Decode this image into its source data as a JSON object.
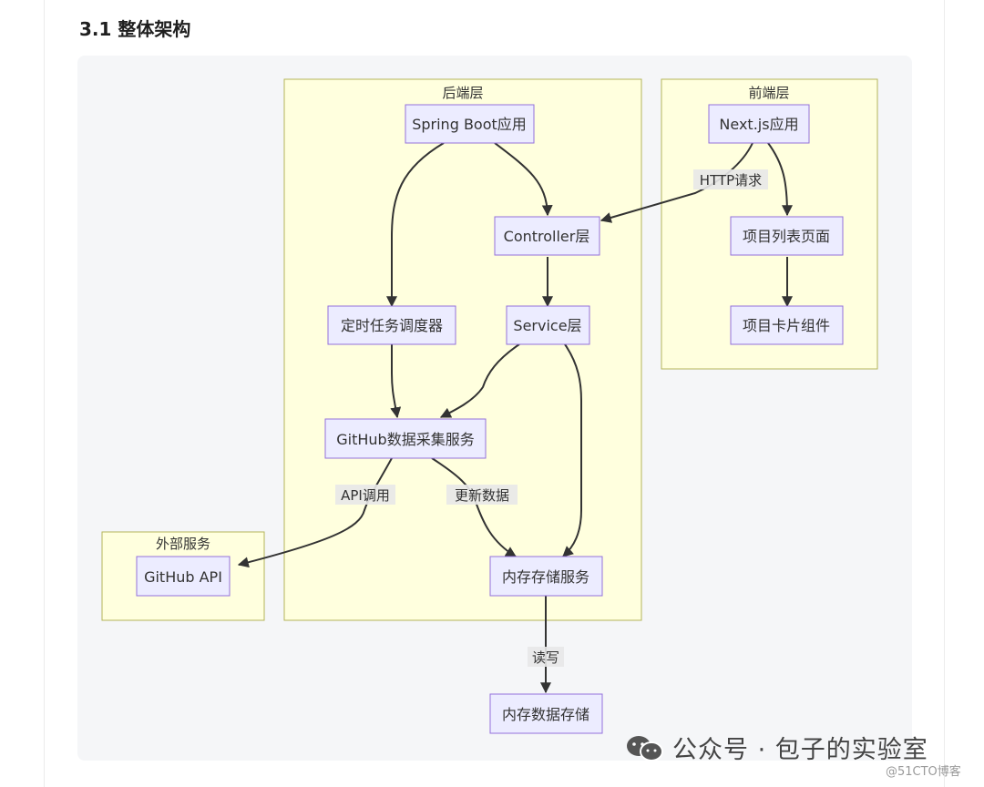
{
  "section": {
    "title": "3.1 整体架构"
  },
  "subgraphs": {
    "backend": "后端层",
    "frontend": "前端层",
    "external": "外部服务"
  },
  "nodes": {
    "spring_boot": "Spring Boot应用",
    "controller": "Controller层",
    "scheduler": "定时任务调度器",
    "service": "Service层",
    "collector": "GitHub数据采集服务",
    "memory_service": "内存存储服务",
    "memory_store": "内存数据存储",
    "nextjs": "Next.js应用",
    "project_list": "项目列表页面",
    "project_card": "项目卡片组件",
    "github_api": "GitHub API"
  },
  "edge_labels": {
    "http": "HTTP请求",
    "api_call": "API调用",
    "update_data": "更新数据",
    "read_write": "读写"
  },
  "watermark": {
    "text": "公众号 · 包子的实验室",
    "icon": "wechat-icon"
  },
  "site_mark": "@51CTO博客",
  "colors": {
    "subgraph_fill": "#ffffde",
    "subgraph_border": "#b4b45a",
    "node_fill": "#ececff",
    "node_border": "#9370db",
    "edge": "#333333"
  }
}
